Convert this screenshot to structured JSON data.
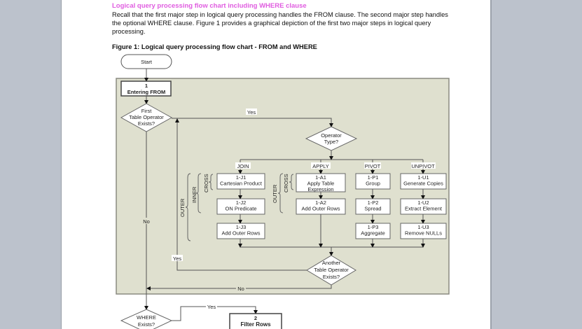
{
  "document": {
    "heading": "Logical query processing flow chart including WHERE clause",
    "paragraph": "Recall that the first major step in logical query processing handles the FROM clause. The second major step handles the optional WHERE clause. Figure 1 provides a graphical depiction of the first two major steps in logical query processing.",
    "figure_title": "Figure 1: Logical query processing flow chart - FROM and WHERE"
  },
  "flowchart": {
    "start": "Start",
    "entering_from_num": "1",
    "entering_from": "Entering FROM",
    "first_op": [
      "First",
      "Table Operator",
      "Exists?"
    ],
    "operator_type": [
      "Operator",
      "Type?"
    ],
    "yes": "Yes",
    "no": "No",
    "columns": {
      "join": {
        "label": "JOIN",
        "steps": [
          [
            "1-J1",
            "Cartesian Product"
          ],
          [
            "1-J2",
            "ON Predicate"
          ],
          [
            "1-J3",
            "Add Outer Rows"
          ]
        ]
      },
      "apply": {
        "label": "APPLY",
        "steps": [
          [
            "1-A1",
            "Apply Table",
            "Expression"
          ],
          [
            "1-A2",
            "Add Outer Rows"
          ]
        ]
      },
      "pivot": {
        "label": "PIVOT",
        "steps": [
          [
            "1-P1",
            "Group"
          ],
          [
            "1-P2",
            "Spread"
          ],
          [
            "1-P3",
            "Aggregate"
          ]
        ]
      },
      "unpivot": {
        "label": "UNPIVOT",
        "steps": [
          [
            "1-U1",
            "Generate Copies"
          ],
          [
            "1-U2",
            "Extract Element"
          ],
          [
            "1-U3",
            "Remove NULLs"
          ]
        ]
      }
    },
    "braces": {
      "outer": "OUTER",
      "inner": "INNER",
      "cross": "CROSS"
    },
    "another_op": [
      "Another",
      "Table Operator",
      "Exists?"
    ],
    "where_exists": [
      "WHERE",
      "Exists?"
    ],
    "filter_num": "2",
    "filter": "Filter Rows"
  },
  "colors": {
    "heading": "#e05ce0",
    "panel": "#dfe0cf",
    "background": "#bcc2cc"
  }
}
